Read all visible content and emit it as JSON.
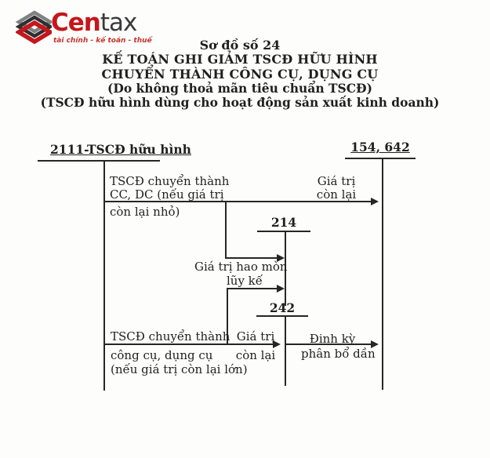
{
  "colors": {
    "accent_red": "#c4161c",
    "ink": "#1f1f1f",
    "paper": "#fdfdfb"
  },
  "logo": {
    "brand_cen": "Cen",
    "brand_tax": "tax",
    "tagline": "tài chính - kế toán - thuế"
  },
  "title": {
    "line1": "Sơ đồ số 24",
    "line2": "KẾ TOÁN GHI GIẢM TSCĐ HỮU HÌNH",
    "line3": "CHUYỂN THÀNH CÔNG CỤ, DỤNG CỤ",
    "line4": "(Do không thoả mãn tiêu chuẩn TSCĐ)",
    "line5": "(TSCĐ hữu hình dùng cho hoạt động sản xuất kinh doanh)"
  },
  "accounts": {
    "asset": {
      "label": "2111-TSCĐ hữu hình"
    },
    "expense": {
      "label": "154, 642"
    },
    "accum_dep": {
      "label": "214"
    },
    "prepaid": {
      "label": "242"
    }
  },
  "flow_labels": {
    "top_left": {
      "l1": "TSCĐ chuyển thành",
      "l2": "CC, DC (nếu giá trị",
      "l3": "còn lại nhỏ)"
    },
    "top_right": {
      "l1": "Giá trị",
      "l2": "còn lại"
    },
    "middle": {
      "l1": "Giá trị hao mòn",
      "l2": "lũy kế"
    },
    "bottom_left": {
      "l1": "TSCĐ chuyển thành",
      "l2": "công cụ, dụng cụ",
      "l3": "(nếu giá trị còn lại lớn)"
    },
    "bottom_mid": {
      "l1": "Giá trị",
      "l2": "còn lại"
    },
    "bottom_right": {
      "l1": "Định kỳ",
      "l2": "phân bổ dần"
    }
  }
}
